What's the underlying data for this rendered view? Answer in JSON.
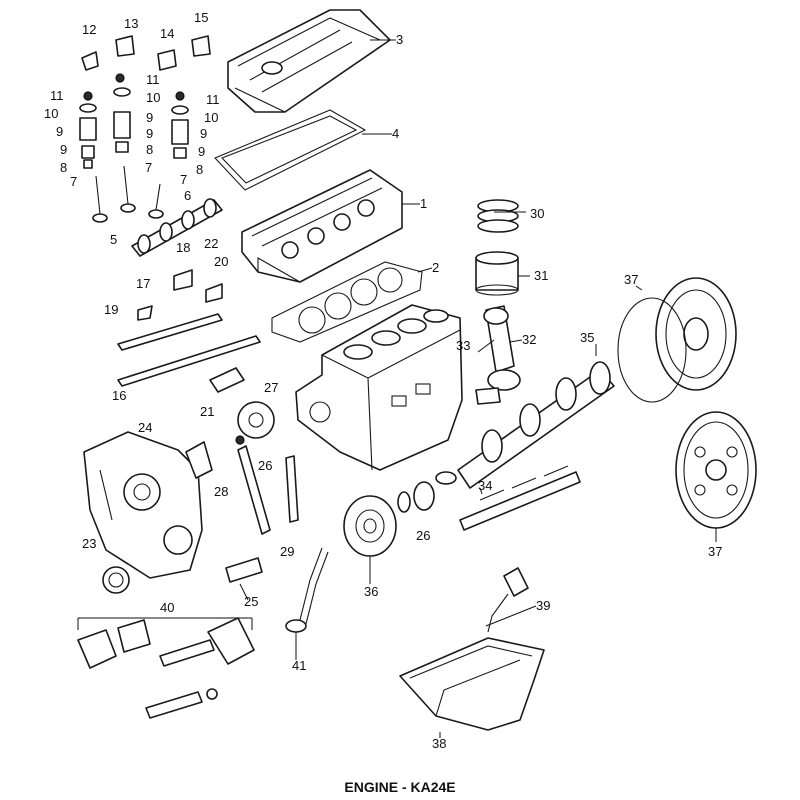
{
  "caption": "ENGINE - KA24E",
  "callouts": {
    "c1": "1",
    "c2": "2",
    "c3": "3",
    "c4": "4",
    "c5": "5",
    "c6": "6",
    "c7a": "7",
    "c7b": "7",
    "c7c": "7",
    "c8a": "8",
    "c8b": "8",
    "c8c": "8",
    "c9a": "9",
    "c9b": "9",
    "c9c": "9",
    "c9d": "9",
    "c9e": "9",
    "c9f": "9",
    "c10a": "10",
    "c10b": "10",
    "c10c": "10",
    "c11a": "11",
    "c11b": "11",
    "c11c": "11",
    "c12": "12",
    "c13": "13",
    "c14": "14",
    "c15": "15",
    "c16": "16",
    "c17": "17",
    "c18": "18",
    "c19": "19",
    "c20": "20",
    "c21": "21",
    "c22": "22",
    "c23": "23",
    "c24": "24",
    "c25": "25",
    "c26a": "26",
    "c26b": "26",
    "c27": "27",
    "c28": "28",
    "c29": "29",
    "c30": "30",
    "c31": "31",
    "c32": "32",
    "c33": "33",
    "c34": "34",
    "c35": "35",
    "c36": "36",
    "c37a": "37",
    "c37b": "37",
    "c38": "38",
    "c39": "39",
    "c40": "40",
    "c41": "41"
  }
}
